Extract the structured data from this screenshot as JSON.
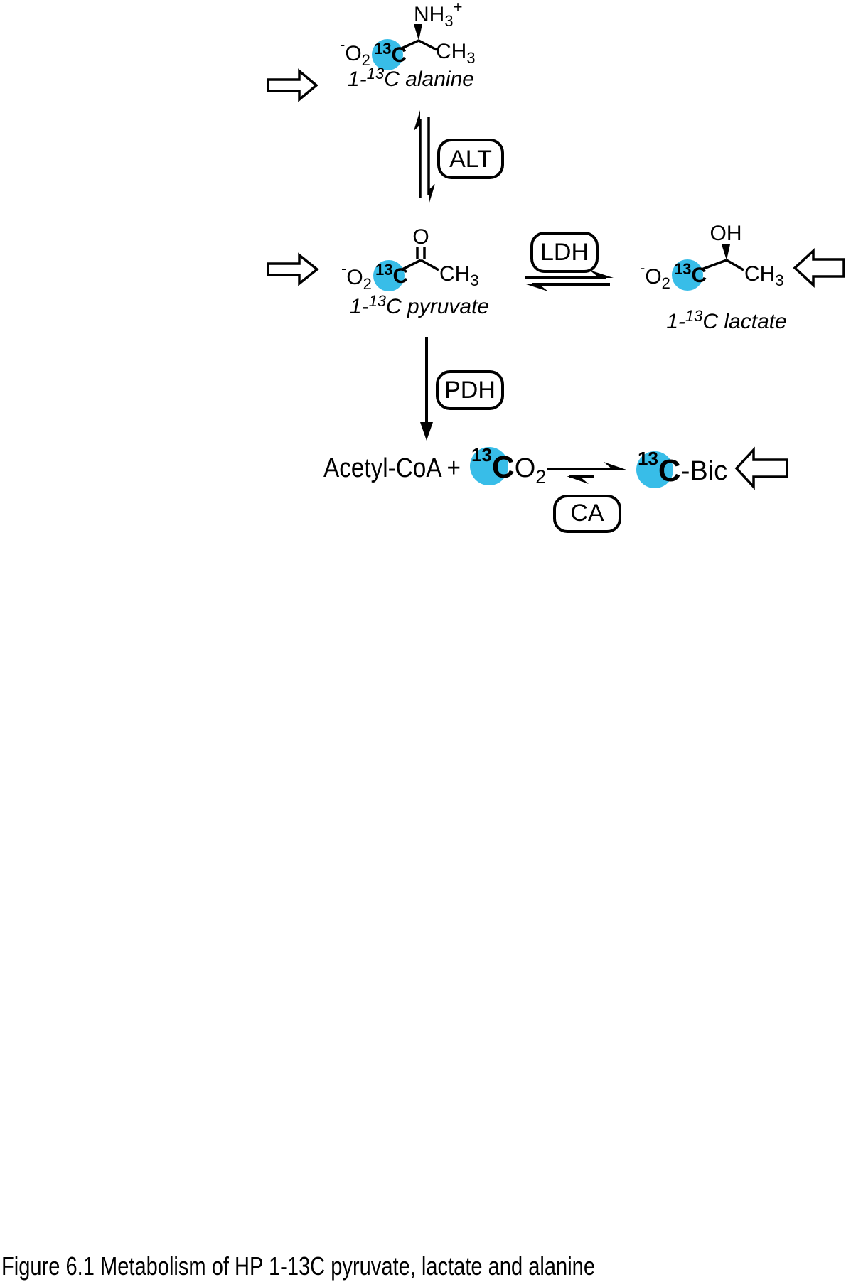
{
  "figure": {
    "caption": "Figure 6.1  Metabolism of HP 1-13C pyruvate, lactate and alanine"
  },
  "colors": {
    "isotope_highlight": "#38BDE8",
    "ink": "#000000",
    "background": "#FFFFFF"
  },
  "molecules": {
    "alanine": {
      "name": {
        "prefix": "1-",
        "isotope": "13",
        "suffix": "C alanine"
      },
      "amine": {
        "main": "NH",
        "sub": "3",
        "charge": "+"
      },
      "carboxylate": {
        "charge": "-",
        "main": "O",
        "sub": "2"
      },
      "isotope_carbon": {
        "mass": "13",
        "symbol": "C"
      },
      "methyl": {
        "main": "CH",
        "sub": "3"
      }
    },
    "pyruvate": {
      "name": {
        "prefix": "1-",
        "isotope": "13",
        "suffix": "C pyruvate"
      },
      "carbonyl_oxygen": "O",
      "carboxylate": {
        "charge": "-",
        "main": "O",
        "sub": "2"
      },
      "isotope_carbon": {
        "mass": "13",
        "symbol": "C"
      },
      "methyl": {
        "main": "CH",
        "sub": "3"
      }
    },
    "lactate": {
      "name": {
        "prefix": "1-",
        "isotope": "13",
        "suffix": "C lactate"
      },
      "hydroxyl": "OH",
      "carboxylate": {
        "charge": "-",
        "main": "O",
        "sub": "2"
      },
      "isotope_carbon": {
        "mass": "13",
        "symbol": "C"
      },
      "methyl": {
        "main": "CH",
        "sub": "3"
      }
    }
  },
  "enzymes": {
    "alt": "ALT",
    "ldh": "LDH",
    "pdh": "PDH",
    "ca": "CA"
  },
  "products": {
    "acetyl_coa": "Acetyl-CoA",
    "plus": "+",
    "co2": {
      "mass": "13",
      "symbol": "C",
      "main": "O",
      "sub": "2"
    },
    "bicarbonate": {
      "mass": "13",
      "symbol": "C",
      "suffix": "-Bic"
    }
  }
}
